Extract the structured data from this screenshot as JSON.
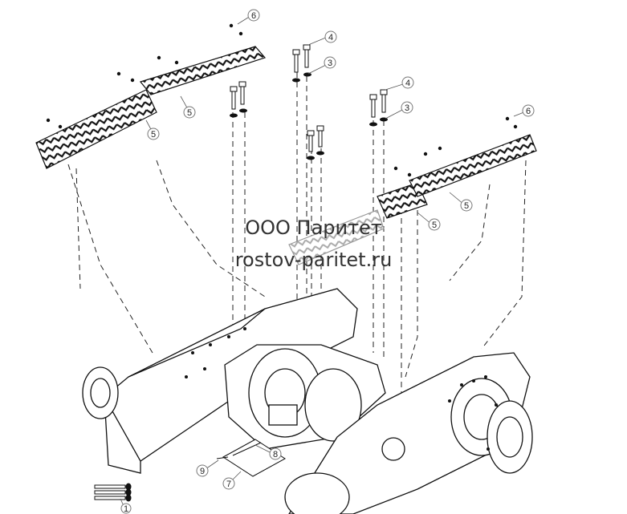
{
  "watermark": {
    "line1": "ООО Паритет",
    "line2": "rostov-paritet.ru"
  },
  "callouts": [
    {
      "id": "c6a",
      "text": "6"
    },
    {
      "id": "c4a",
      "text": "4"
    },
    {
      "id": "c3a",
      "text": "3"
    },
    {
      "id": "c5a",
      "text": "5"
    },
    {
      "id": "c5b",
      "text": "5"
    },
    {
      "id": "c4b",
      "text": "4"
    },
    {
      "id": "c3b",
      "text": "3"
    },
    {
      "id": "c6b",
      "text": "6"
    },
    {
      "id": "c5c",
      "text": "5"
    },
    {
      "id": "c5d",
      "text": "5"
    },
    {
      "id": "c8",
      "text": "8"
    },
    {
      "id": "c9",
      "text": "9"
    },
    {
      "id": "c7",
      "text": "7"
    },
    {
      "id": "c1",
      "text": "1"
    }
  ]
}
